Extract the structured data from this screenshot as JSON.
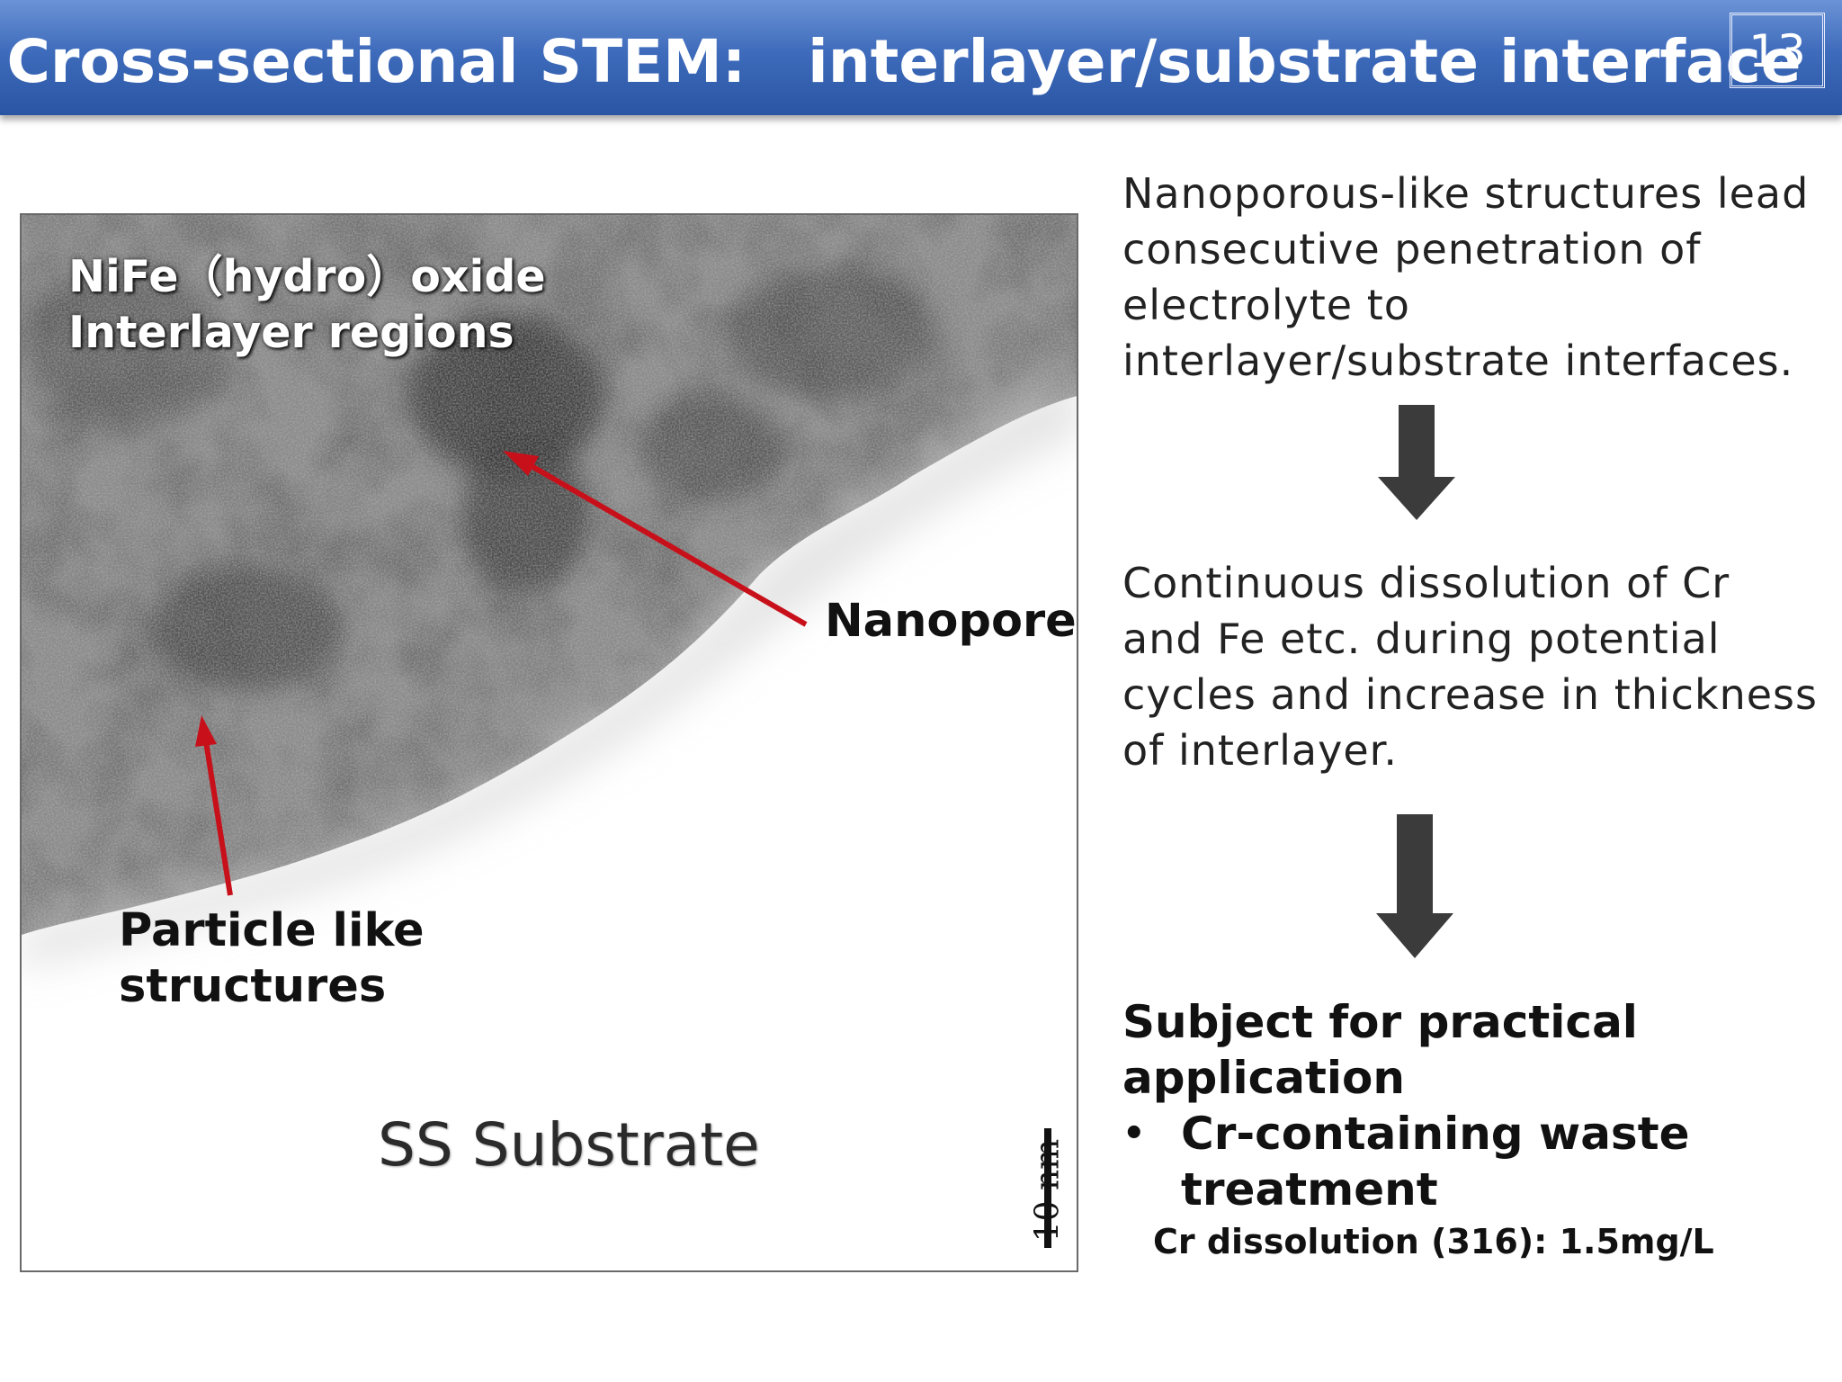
{
  "header": {
    "title": "Cross-sectional STEM:   interlayer/substrate interface",
    "page_number": "13"
  },
  "micrograph": {
    "oxide_label_line1": "NiFe（hydro）oxide",
    "oxide_label_line2": "Interlayer regions",
    "nanopore_label": "Nanopore",
    "particle_label_line1": "Particle like",
    "particle_label_line2": "structures",
    "substrate_label": "SS Substrate",
    "scale_bar_label": "10 nm"
  },
  "right_column": {
    "block1_lines": [
      "Nanoporous-like structures lead",
      "consecutive penetration of",
      "electrolyte to",
      "interlayer/substrate interfaces."
    ],
    "block2_lines": [
      "Continuous dissolution of Cr",
      "and Fe etc. during potential",
      "cycles and increase in thickness",
      "of interlayer."
    ],
    "conclusion": {
      "heading_line1": "Subject for practical",
      "heading_line2": "application",
      "bullet_symbol": "•",
      "bullet_line1": "Cr-containing waste",
      "bullet_line2": "treatment",
      "note": "Cr dissolution (316): 1.5mg/L"
    }
  },
  "colors": {
    "header_blue": "#3e6bbb",
    "arrow_red": "#c8101a",
    "down_arrow_gray": "#3b3b3b"
  },
  "icons": {
    "annotation_arrows": "red-arrow-icon",
    "flow_arrows": "down-arrow-icon"
  }
}
